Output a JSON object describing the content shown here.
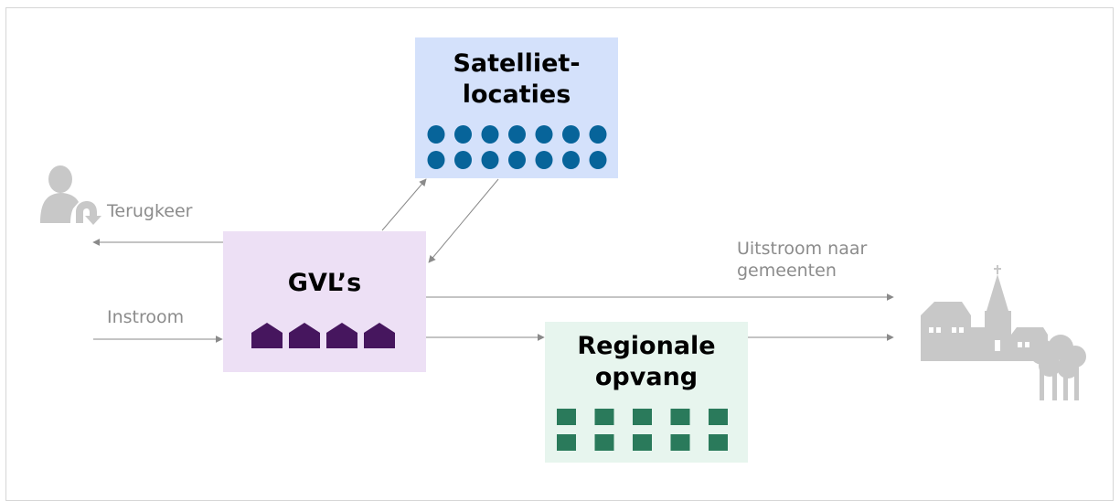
{
  "nodes": {
    "satellite": {
      "title": "Satelliet-\nlocaties",
      "fill": "#d4e1fb",
      "icon_color": "#07649a"
    },
    "gvl": {
      "title": "GVL’s",
      "fill": "#ede0f5",
      "icon_color": "#46165e"
    },
    "regional": {
      "title": "Regionale\nopvang",
      "fill": "#e7f5ee",
      "icon_color": "#2a7a5b"
    }
  },
  "labels": {
    "return": "Terugkeer",
    "inflow": "Instroom",
    "outflow": "Uitstroom naar\ngemeenten"
  },
  "icons": {
    "return": "person-return-icon",
    "municipality": "village-church-icon"
  },
  "colors": {
    "arrow": "#8a8a8a",
    "muted_text": "#8c8c8c",
    "icon_gray": "#c8c8c8"
  }
}
